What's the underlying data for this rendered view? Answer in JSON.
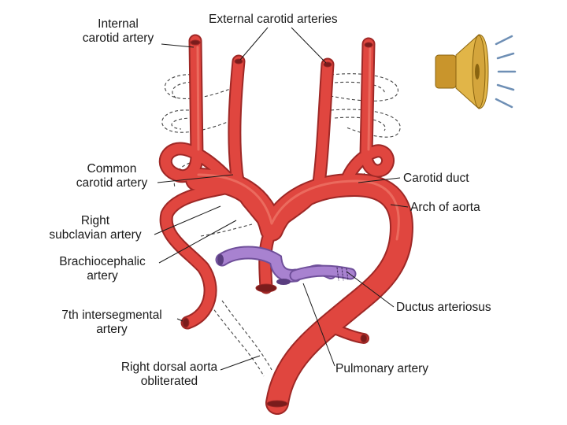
{
  "labels": {
    "internal_carotid": [
      "Internal",
      "carotid artery"
    ],
    "external_carotid": "External carotid arteries",
    "common_carotid": [
      "Common",
      "carotid artery"
    ],
    "carotid_duct": "Carotid duct",
    "arch_of_aorta": "Arch of aorta",
    "right_subclavian": [
      "Right",
      "subclavian artery"
    ],
    "brachiocephalic": [
      "Brachiocephalic",
      "artery"
    ],
    "ductus_arteriosus": "Ductus arteriosus",
    "intersegmental": [
      "7th intersegmental",
      "artery"
    ],
    "pulmonary": "Pulmonary artery",
    "right_dorsal_aorta": [
      "Right dorsal aorta",
      "obliterated"
    ]
  },
  "colors": {
    "artery": "#e0463f",
    "artery_dark": "#b52b2a",
    "pulmonary": "#a882d0",
    "pulmonary_dark": "#6f4f9a",
    "text": "#1a1a1a",
    "speaker_body": "#d7a53a"
  },
  "icons": {
    "speaker": "speaker-icon"
  }
}
